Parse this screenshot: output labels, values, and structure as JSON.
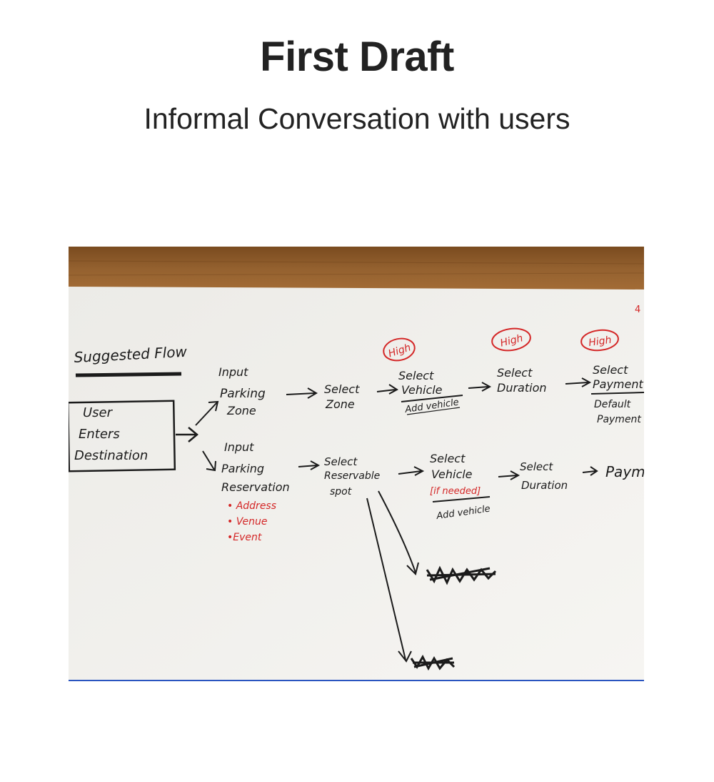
{
  "header": {
    "title": "First Draft",
    "subtitle": "Informal Conversation with users"
  },
  "sketch": {
    "heading": "Suggested Flow",
    "start_box": [
      "User",
      "Enters",
      "Destination"
    ],
    "top_flow": {
      "input": [
        "Input",
        "Parking",
        "Zone"
      ],
      "select_zone": [
        "Select",
        "Zone"
      ],
      "select_vehicle": [
        "Select",
        "Vehicle"
      ],
      "add_vehicle": "Add vehicle",
      "select_duration": [
        "Select",
        "Duration"
      ],
      "select_payment": [
        "Select",
        "Payment"
      ],
      "default_payment": [
        "Default",
        "Payment"
      ]
    },
    "bottom_flow": {
      "input": [
        "Input",
        "Parking",
        "Reservation"
      ],
      "input_options": [
        "• Address",
        "• Venue",
        "•Event"
      ],
      "select_spot": [
        "Select",
        "Reservable",
        "spot"
      ],
      "select_vehicle": [
        "Select",
        "Vehicle"
      ],
      "if_needed": "[if needed]",
      "add_vehicle": "Add vehicle",
      "select_duration": [
        "Select",
        "Duration"
      ],
      "payment": "Paym"
    },
    "priority_badges": [
      "High",
      "High",
      "High"
    ],
    "corner_mark": "4",
    "colors": {
      "ink": "#1b1b1b",
      "red_ink": "#d42727",
      "paper": "#f2f1ee",
      "table": "#8a5a2a"
    }
  }
}
